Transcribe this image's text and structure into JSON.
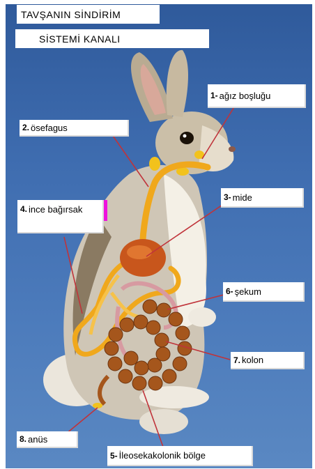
{
  "title": {
    "line1": "TAVŞANIN SİNDİRİM",
    "line2": "SİSTEMİ KANALI"
  },
  "labels": [
    {
      "num": "1-",
      "text": "ağız boşluğu"
    },
    {
      "num": "2.",
      "text": "ösefagus"
    },
    {
      "num": "3-",
      "text": "mide"
    },
    {
      "num": "4.",
      "text": "ince bağırsak"
    },
    {
      "num": "6-",
      "text": "şekum"
    },
    {
      "num": "7.",
      "text": "kolon"
    },
    {
      "num": "8.",
      "text": "anüs"
    },
    {
      "num": "5-",
      "text": "İleosekakolonik bölge"
    }
  ],
  "colors": {
    "background": "#3f6db0",
    "pointer_lines": "#c0333a",
    "digestive_tract": "#f0a81c",
    "stomach": "#c8561c",
    "colon": "#a5561c",
    "rabbit_fur": "#d9d2c4"
  }
}
